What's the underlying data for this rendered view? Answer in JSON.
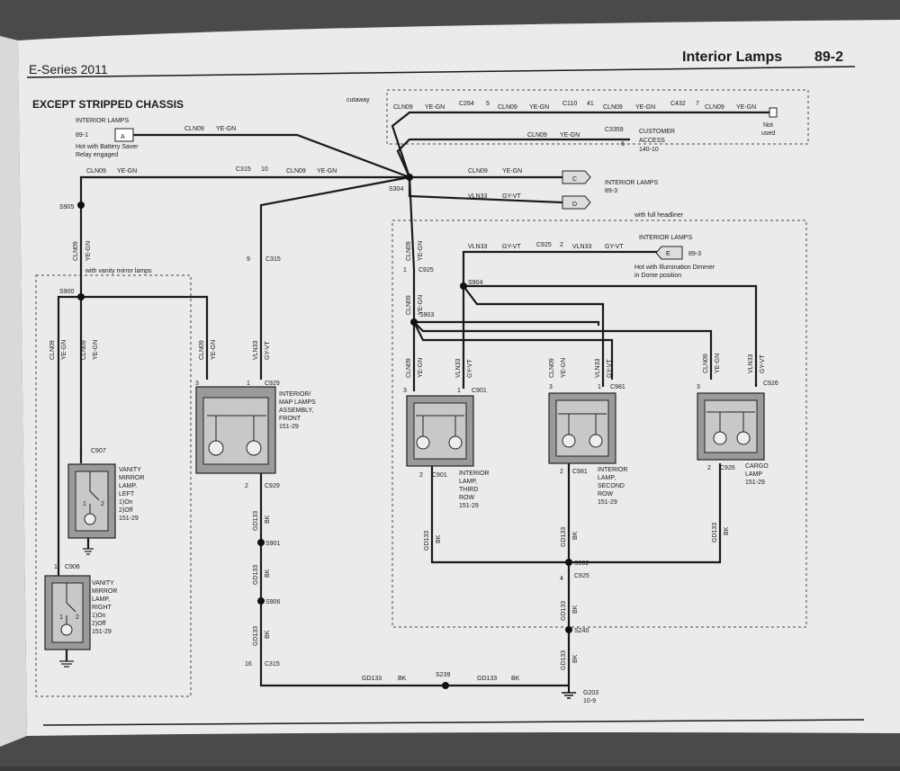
{
  "header": {
    "left": "E-Series 2011",
    "title": "Interior Lamps",
    "page": "89-2"
  },
  "section_title": "EXCEPT STRIPPED CHASSIS",
  "labels": {
    "cutaway": "cutaway",
    "with_full_headliner": "with full headliner",
    "with_vanity": "with vanity mirror lamps",
    "interior_lamps": "INTERIOR LAMPS",
    "ref_89_1": "89-1",
    "ref_89_3": "89-3",
    "hot_battery_1": "Hot with Battery Saver",
    "hot_battery_2": "Relay engaged",
    "hot_dimmer_1": "Hot with Illumination Dimmer",
    "hot_dimmer_2": "in Dome position",
    "customer_1": "CUSTOMER",
    "customer_2": "ACCESS",
    "customer_3": "140-10",
    "not_used_1": "Not",
    "not_used_2": "used",
    "conn_a": "A",
    "conn_c": "C",
    "conn_d": "D",
    "conn_e": "E",
    "cln09": "CLN09",
    "yegn": "YE-GN",
    "vln33": "VLN33",
    "gyvt": "GY-VT",
    "gd133": "GD133",
    "bk": "BK",
    "c264": "C264",
    "c110": "C110",
    "c432": "C432",
    "c3359": "C3359",
    "c315": "C315",
    "c925": "C925",
    "c929": "C929",
    "c901": "C901",
    "c981": "C981",
    "c926": "C926",
    "c907": "C907",
    "c906": "C906",
    "s304": "S304",
    "s905": "S905",
    "s900": "S900",
    "s904": "S904",
    "s903": "S903",
    "s901": "S901",
    "s906": "S906",
    "s902": "S902",
    "s240": "S240",
    "s239": "S239",
    "g203": "G203",
    "g203_ref": "10-9",
    "pin_1": "1",
    "pin_2": "2",
    "pin_3": "3",
    "pin_4": "4",
    "pin_5": "5",
    "pin_6": "6",
    "pin_7": "7",
    "pin_9": "9",
    "pin_10": "10",
    "pin_16": "16",
    "pin_41": "41",
    "map_1": "INTERIOR/",
    "map_2": "MAP LAMPS",
    "map_3": "ASSEMBLY,",
    "map_4": "FRONT",
    "ref_151_29": "151-29",
    "third_1": "INTERIOR",
    "third_2": "LAMP,",
    "third_3": "THIRD",
    "third_4": "ROW",
    "second_1": "INTERIOR",
    "second_2": "LAMP,",
    "second_3": "SECOND",
    "second_4": "ROW",
    "cargo_1": "CARGO",
    "cargo_2": "LAMP",
    "vanity_1": "VANITY",
    "vanity_2": "MIRROR",
    "vanity_3": "LAMP,",
    "left": "LEFT",
    "right": "RIGHT",
    "on": "1)On",
    "off": "2)Off"
  }
}
